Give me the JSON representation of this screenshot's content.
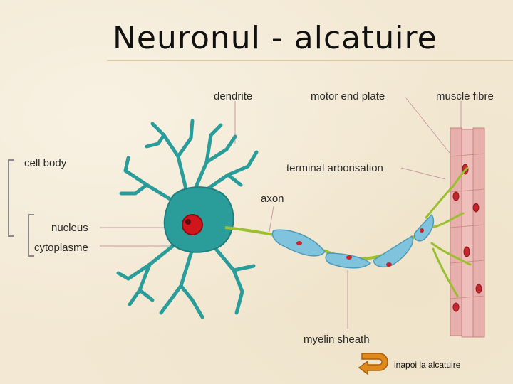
{
  "slide": {
    "title": "Neuronul - alcatuire"
  },
  "labels": {
    "dendrite": "dendrite",
    "motor_end_plate": "motor end plate",
    "muscle_fibre": "muscle fibre",
    "cell_body": "cell body",
    "terminal_arborisation": "terminal arborisation",
    "axon": "axon",
    "nucleus": "nucleus",
    "cytoplasme": "cytoplasme",
    "myelin_sheath": "myelin sheath"
  },
  "navigation": {
    "back_link": "inapoi la alcatuire",
    "back_icon": "return-arrow-icon"
  },
  "colors": {
    "neuron": "#2a9d9b",
    "neuron_dark": "#1f7f7d",
    "nucleus": "#d0161c",
    "axon": "#9bbf2e",
    "myelin": "#7fc4dc",
    "muscle": "#e8b0ac",
    "back_arrow": "#e08a1e"
  }
}
